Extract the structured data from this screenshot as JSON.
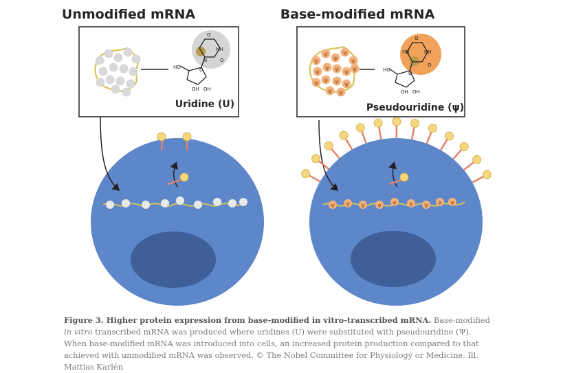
{
  "panels": {
    "left_title": "Unmodified mRNA",
    "right_title": "Base-modified mRNA",
    "left_molecule_label": "Uridine (U)",
    "right_molecule_label": "Pseudouridine (ψ)",
    "psi_symbol": "ψ"
  },
  "atoms": {
    "ho": "HO",
    "oh": "OH",
    "nh": "NH",
    "hn": "HN",
    "n": "N",
    "o": "O"
  },
  "caption": {
    "bold": "Figure 3. Higher protein expression from base-modified in vitro-transcribed mRNA.",
    "part1": " Base-modified ",
    "italic1": "in vitro",
    "part2": " transcribed mRNA was produced where uridines (U) were substituted with pseudouridine (Ψ). When base-modified mRNA was introduced into cells, an increased protein production compared to that achieved with unmodified mRNA was observed. © The Nobel Committee for Physiology or Medicine. Ill. Mattias Karlén"
  },
  "colors": {
    "cell": "#5e87c9",
    "nucleus": "#3e5f98",
    "strand": "#d7c25a",
    "protein_head": "#f4d77e",
    "protein_stem": "#e0836a",
    "psi_base": "#f2b27c",
    "uridine_base": "#d9d9d9"
  }
}
